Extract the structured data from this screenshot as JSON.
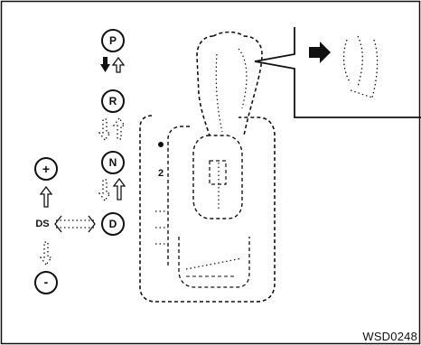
{
  "gate_positions": [
    "P",
    "R",
    "N",
    "D"
  ],
  "manual_mode": {
    "label": "DS",
    "plus": "+",
    "minus": "-"
  },
  "figure_code": "WSD0248"
}
